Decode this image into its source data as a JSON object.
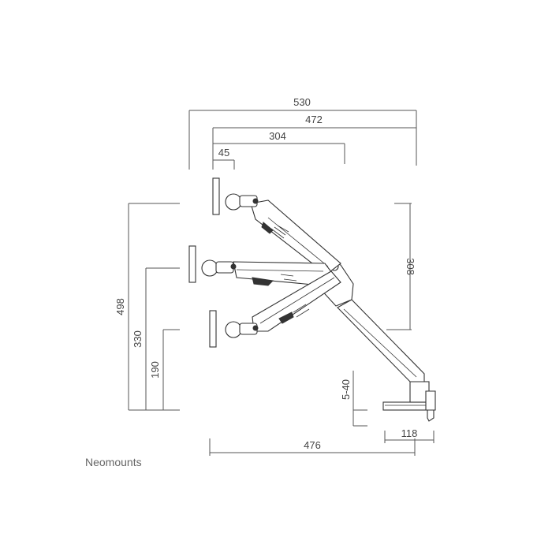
{
  "brand": "Neomounts",
  "dimensions": {
    "top": [
      "530",
      "472",
      "304",
      "45"
    ],
    "right": "308",
    "left": [
      "498",
      "330",
      "190"
    ],
    "clamp_range": "5-40",
    "base_width": "118",
    "bottom": "476"
  }
}
